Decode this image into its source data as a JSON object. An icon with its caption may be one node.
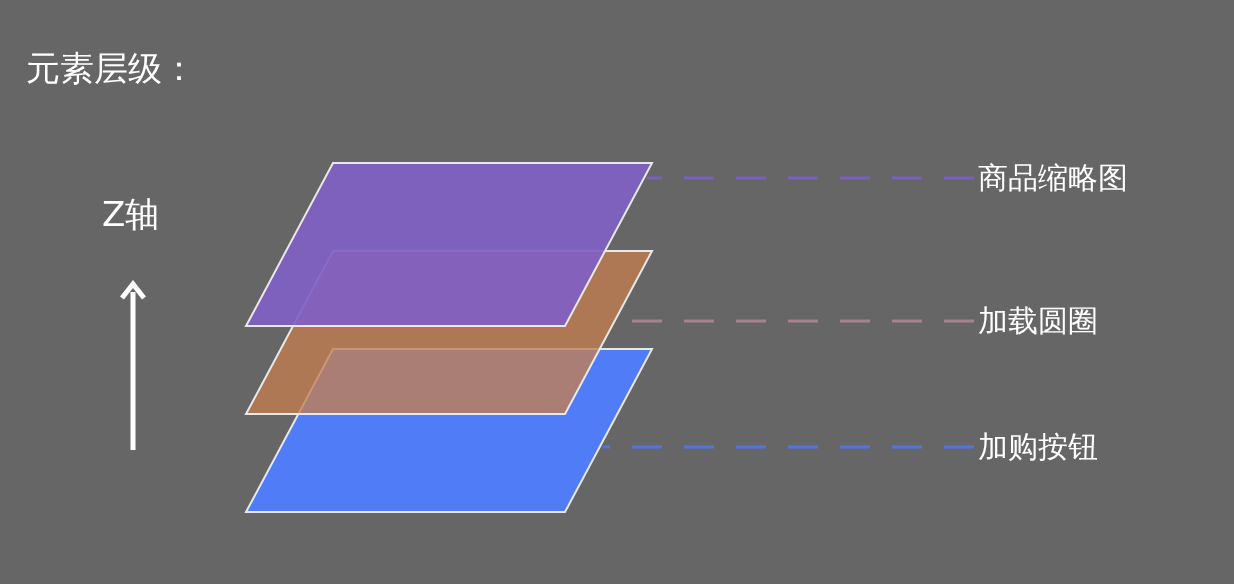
{
  "diagram": {
    "title": "元素层级：",
    "nodes": [
      {
        "text": [
          "商品缩略图"
        ]
      },
      {
        "text": [
          "加载圆圈"
        ]
      },
      {
        "text": [
          "加购按钮"
        ]
      },
      {
        "text": [],
        "shape": "parallelogram"
      },
      {
        "text": [],
        "shape": "parallelogram"
      },
      {
        "text": [],
        "shape": "parallelogram"
      }
    ],
    "edges": [
      {
        "from": 0,
        "to": 3,
        "arrow": "none",
        "style": "dashed",
        "color": "#7a5fbf"
      },
      {
        "from": 1,
        "to": 4,
        "arrow": "none",
        "style": "dashed",
        "color": "#a8828c"
      },
      {
        "from": 2,
        "to": 5,
        "arrow": "none",
        "style": "dashed",
        "color": "#4f74e8"
      }
    ],
    "labels": [
      "Z轴"
    ]
  }
}
